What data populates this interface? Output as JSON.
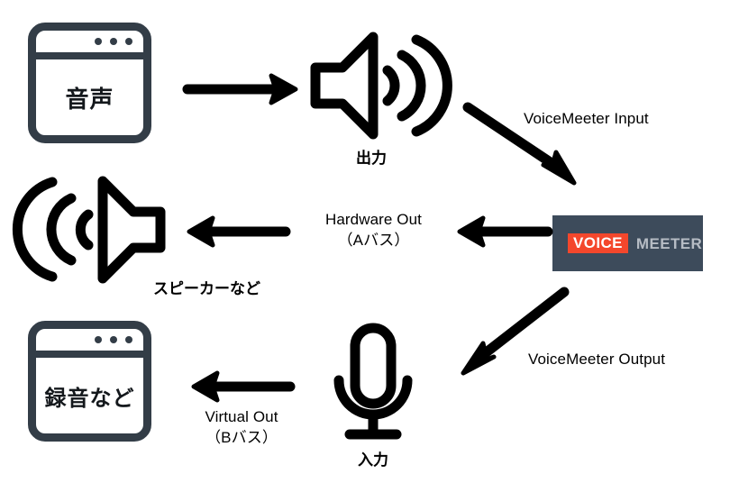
{
  "diagram": {
    "title": "VoiceMeeter audio routing diagram",
    "background_color": "#ffffff",
    "stroke_color": "#000000",
    "window_icon_color": "#333d47"
  },
  "nodes": {
    "source_app": {
      "icon": "browser-window-icon",
      "text": "音声"
    },
    "output_speaker": {
      "icon": "speaker-output-icon",
      "caption": "出力"
    },
    "voicemeeter": {
      "icon": "voicemeeter-logo",
      "brand_part1": "VOICE",
      "brand_part2": "MEETER",
      "box_color": "#3d4b5b",
      "accent_color": "#f4472c",
      "brand_part2_color": "#b6bcc4",
      "brand_part1_color": "#ffffff"
    },
    "speaker_out": {
      "icon": "speaker-playback-icon",
      "caption": "スピーカーなど"
    },
    "microphone": {
      "icon": "microphone-icon",
      "caption": "入力"
    },
    "recorder_app": {
      "icon": "browser-window-icon",
      "text": "録音など"
    }
  },
  "edges": {
    "app_to_output": {
      "icon": "arrow-right-icon",
      "label": ""
    },
    "output_to_voicemeeter": {
      "icon": "arrow-down-right-icon",
      "label": "VoiceMeeter Input"
    },
    "voicemeeter_to_hardware": {
      "icon": "arrow-left-icon",
      "label_line1": "Hardware Out",
      "label_line2": "（Aバス）"
    },
    "hardware_to_speaker": {
      "icon": "arrow-left-icon",
      "label": ""
    },
    "voicemeeter_to_virtual": {
      "icon": "arrow-down-left-icon",
      "label": "VoiceMeeter Output"
    },
    "virtual_to_recorder": {
      "icon": "arrow-left-icon",
      "label_line1": "Virtual Out",
      "label_line2": "（Bバス）"
    }
  }
}
